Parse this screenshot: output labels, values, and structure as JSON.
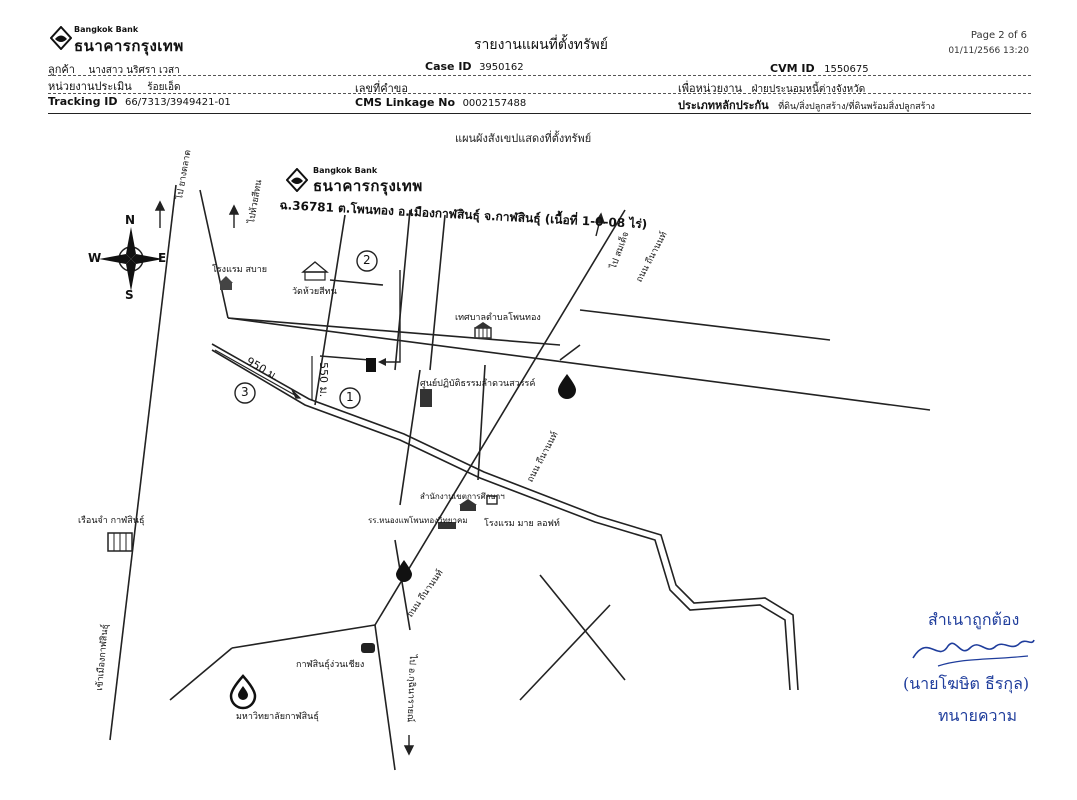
{
  "header": {
    "bank_en": "Bangkok Bank",
    "bank_th": "ธนาคารกรุงเทพ",
    "title": "รายงานแผนที่ตั้งทรัพย์",
    "page": "Page 2 of 6",
    "datetime": "01/11/2566 13:20"
  },
  "info": {
    "customer_label": "ลูกค้า",
    "customer_value": "นางสาว นริศรา เวสา",
    "case_id_label": "Case ID",
    "case_id_value": "3950162",
    "cvm_id_label": "CVM ID",
    "cvm_id_value": "1550675",
    "appraisal_unit_label": "หน่วยงานประเมิน",
    "appraisal_unit_value": "ร้อยเอ็ด",
    "request_no_label": "เลขที่คำขอ",
    "for_unit_label": "เพื่อหน่วยงาน",
    "for_unit_value": "ฝ่ายประนอมหนี้ต่างจังหวัด",
    "tracking_id_label": "Tracking ID",
    "tracking_id_value": "66/7313/3949421-01",
    "cms_label": "CMS Linkage No",
    "cms_value": "0002157488",
    "collateral_type_label": "ประเภทหลักประกัน",
    "collateral_type_value": "ที่ดิน/สิ่งปลูกสร้าง/ที่ดินพร้อมสิ่งปลูกสร้าง"
  },
  "map_caption": "แผนผังสังเขปแสดงที่ตั้งทรัพย์",
  "map": {
    "bank_en": "Bangkok Bank",
    "bank_th": "ธนาคารกรุงเทพ",
    "title": "ฉ.36781 ต.โพนทอง อ.เมืองกาฬสินธุ์ จ.กาฬสินธุ์ (เนื้อที่ 1-0-08 ไร่)",
    "compass": {
      "n": "N",
      "s": "S",
      "e": "E",
      "w": "W"
    },
    "markers": [
      "1",
      "2",
      "3"
    ],
    "distance_950": "950 ม.",
    "distance_550": "550 ม.",
    "labels": {
      "road_pai_yang_talat": "ไป ยางตลาด",
      "road_pai_huai_sitthon": "ไปห้วยสีทน",
      "road_pai_somdet": "ไป สมเด็จ",
      "hotel_sabai": "โรงแรม สบาย",
      "wat_huai_sitthon": "วัดห้วยสีทน",
      "municipality": "เทศบาลตำบลโพนทอง",
      "practice_center": "ศูนย์ปฏิบัติธรรมลำดวนสวรรค์",
      "road_thinanon_1": "ถนน ถีนานนท์",
      "road_thinanon_2": "ถนน ถีนานนท์",
      "road_thinanon_3": "ถนน ถีนานนท์",
      "education_office": "สำนักงานเขตการศึกษาฯ",
      "school": "รร.หนองแพโพนทองวิทยาคม",
      "hotel_my_loft": "โรงแรม มาย ลอฟท์",
      "prison": "เรือนจำ กาฬสินธุ์",
      "road_to_city": "เข้าเมืองกาฬสินธุ์",
      "kalasin_market": "กาฬสินธุ์ง่วนเชียง",
      "university": "มหาวิทยาลัยกาฬสินธุ์",
      "road_to_kutchinarai": "ไป อ.กุฉินารายณ์"
    }
  },
  "signature": {
    "certified": "สำเนาถูกต้อง",
    "name": "(นายโฆษิต ธีรกุล)",
    "role": "ทนายความ"
  }
}
